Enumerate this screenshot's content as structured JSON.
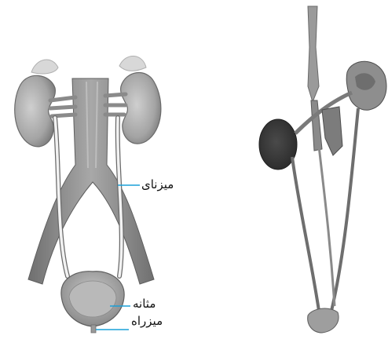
{
  "labels": {
    "ureter": "میزنای",
    "bladder": "مثانه",
    "urethra": "میزراه"
  },
  "colors": {
    "label_line": "#1aa0d8",
    "kidney_fill": "#a9a9a9",
    "vessel_fill": "#8c8c8c",
    "photo_tissue": "#6e6e6e",
    "text": "#111111"
  }
}
